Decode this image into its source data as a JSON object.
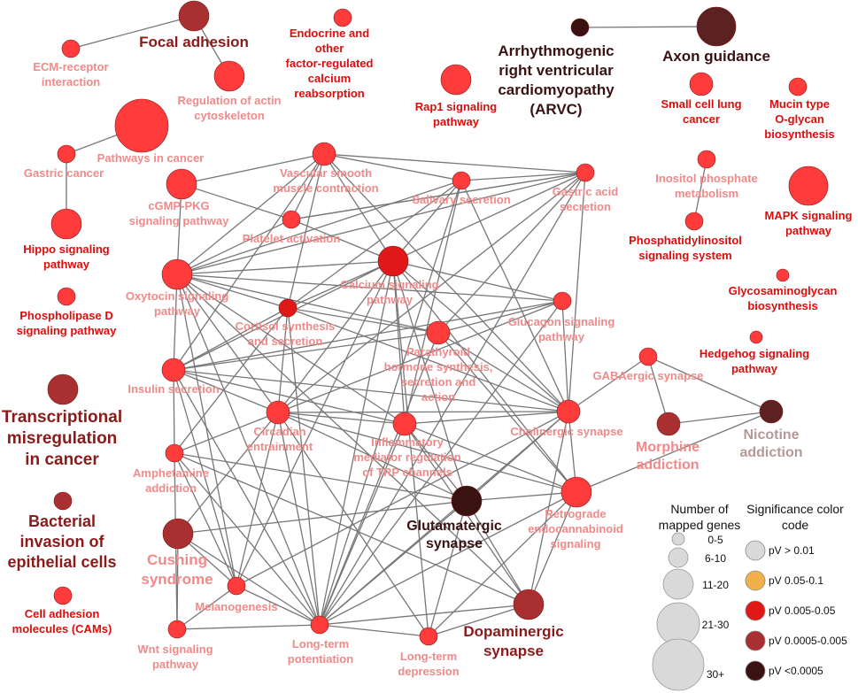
{
  "colors": {
    "c1": "#ff3b3b",
    "c2": "#e01818",
    "c3": "#a83030",
    "c4": "#5c2222",
    "c5": "#3a1212",
    "label_light": "#f08a8a",
    "label_red": "#dd0d0d",
    "label_dark": "#8b1a1a",
    "label_darkest": "#3a1212",
    "label_grey": "#b59898",
    "legend_grey": "#d9d9d9",
    "legend_orange": "#f2b04c",
    "edge": "#777777"
  },
  "nodes": [
    {
      "id": "focal",
      "label": "Focal adhesion",
      "color": "c3",
      "size": "m"
    },
    {
      "id": "ecm",
      "label": "ECM-receptor interaction",
      "color": "c1",
      "size": "xs"
    },
    {
      "id": "actin",
      "label": "Regulation of actin cytoskeleton",
      "color": "c1",
      "size": "m"
    },
    {
      "id": "endocrine",
      "label": "Endocrine and other factor-regulated calcium reabsorption",
      "color": "c1",
      "size": "xs"
    },
    {
      "id": "arvc",
      "label": "Arrhythmogenic right ventricular cardiomyopathy (ARVC)",
      "color": "c5",
      "size": "xs"
    },
    {
      "id": "axon",
      "label": "Axon guidance",
      "color": "c4",
      "size": "l"
    },
    {
      "id": "rap1",
      "label": "Rap1 signaling pathway",
      "color": "c1",
      "size": "m"
    },
    {
      "id": "sclc",
      "label": "Small cell lung cancer",
      "color": "c1",
      "size": "s"
    },
    {
      "id": "mucin",
      "label": "Mucin type O-glycan biosynthesis",
      "color": "c1",
      "size": "xs"
    },
    {
      "id": "pic",
      "label": "Pathways in cancer",
      "color": "c1",
      "size": "xl"
    },
    {
      "id": "gastric_cancer",
      "label": "Gastric cancer",
      "color": "c1",
      "size": "xs"
    },
    {
      "id": "hippo",
      "label": "Hippo signaling pathway",
      "color": "c1",
      "size": "m"
    },
    {
      "id": "pld",
      "label": "Phospholipase D signaling pathway",
      "color": "c1",
      "size": "xs"
    },
    {
      "id": "inositol",
      "label": "Inositol phosphate metabolism",
      "color": "c1",
      "size": "xs"
    },
    {
      "id": "pis",
      "label": "Phosphatidylinositol signaling system",
      "color": "c1",
      "size": "xs"
    },
    {
      "id": "mapk",
      "label": "MAPK signaling pathway",
      "color": "c1",
      "size": "l"
    },
    {
      "id": "gag",
      "label": "Glycosaminoglycan biosynthesis",
      "color": "c1",
      "size": "xxs"
    },
    {
      "id": "hedgehog",
      "label": "Hedgehog signaling pathway",
      "color": "c1",
      "size": "xxs"
    },
    {
      "id": "cgmp",
      "label": "cGMP-PKG signaling pathway",
      "color": "c1",
      "size": "m"
    },
    {
      "id": "vsmc",
      "label": "Vascular smooth muscle contraction",
      "color": "c1",
      "size": "s"
    },
    {
      "id": "platelet",
      "label": "Platelet activation",
      "color": "c1",
      "size": "xs"
    },
    {
      "id": "salivary",
      "label": "Salivary secretion",
      "color": "c1",
      "size": "xs"
    },
    {
      "id": "gastric_acid",
      "label": "Gastric acid secretion",
      "color": "c1",
      "size": "xs"
    },
    {
      "id": "oxytocin",
      "label": "Oxytocin signaling pathway",
      "color": "c1",
      "size": "m"
    },
    {
      "id": "calcium",
      "label": "Calcium signaling pathway",
      "color": "c2",
      "size": "m"
    },
    {
      "id": "cortisol",
      "label": "Cortisol synthesis and secretion",
      "color": "c2",
      "size": "xs"
    },
    {
      "id": "parathyroid",
      "label": "Parathyroid hormone synthesis, secretion and action",
      "color": "c1",
      "size": "s"
    },
    {
      "id": "glucagon",
      "label": "Glucagon signaling pathway",
      "color": "c1",
      "size": "xs"
    },
    {
      "id": "gaba",
      "label": "GABAergic synapse",
      "color": "c1",
      "size": "xs"
    },
    {
      "id": "insulin",
      "label": "Insulin secretion",
      "color": "c1",
      "size": "s"
    },
    {
      "id": "circadian",
      "label": "Circadian entrainment",
      "color": "c1",
      "size": "s"
    },
    {
      "id": "inflammatory",
      "label": "Inflammatory mediator regulation of TRP channels",
      "color": "c1",
      "size": "s"
    },
    {
      "id": "cholinergic",
      "label": "Cholinergic synapse",
      "color": "c1",
      "size": "s"
    },
    {
      "id": "morphine",
      "label": "Morphine addiction",
      "color": "c3",
      "size": "s"
    },
    {
      "id": "nicotine",
      "label": "Nicotine addiction",
      "color": "c4",
      "size": "s"
    },
    {
      "id": "amphetamine",
      "label": "Amphetamine addiction",
      "color": "c1",
      "size": "xs"
    },
    {
      "id": "glutamatergic",
      "label": "Glutamatergic synapse",
      "color": "c5",
      "size": "m"
    },
    {
      "id": "retrograde",
      "label": "Retrograde endocannabinoid signaling",
      "color": "c1",
      "size": "m"
    },
    {
      "id": "cushing",
      "label": "Cushing syndrome",
      "color": "c3",
      "size": "m"
    },
    {
      "id": "melanogenesis",
      "label": "Melanogenesis",
      "color": "c1",
      "size": "xs"
    },
    {
      "id": "wnt",
      "label": "Wnt signaling pathway",
      "color": "c1",
      "size": "xs"
    },
    {
      "id": "ltp",
      "label": "Long-term potentiation",
      "color": "c1",
      "size": "xs"
    },
    {
      "id": "ltd",
      "label": "Long-term depression",
      "color": "c1",
      "size": "xs"
    },
    {
      "id": "dopaminergic",
      "label": "Dopaminergic synapse",
      "color": "c3",
      "size": "m"
    },
    {
      "id": "transcriptional",
      "label": "Transcriptional misregulation in cancer",
      "color": "c3",
      "size": "m"
    },
    {
      "id": "bacterial",
      "label": "Bacterial invasion of epithelial cells",
      "color": "c3",
      "size": "xs"
    },
    {
      "id": "cam",
      "label": "Cell adhesion molecules (CAMs)",
      "color": "c1",
      "size": "xs"
    }
  ],
  "edges": [
    [
      "focal",
      "ecm"
    ],
    [
      "focal",
      "actin"
    ],
    [
      "pic",
      "gastric_cancer"
    ],
    [
      "gastric_cancer",
      "hippo"
    ],
    [
      "arvc",
      "axon"
    ],
    [
      "inositol",
      "pis"
    ],
    [
      "gaba",
      "morphine"
    ],
    [
      "gaba",
      "nicotine"
    ],
    [
      "morphine",
      "nicotine"
    ],
    [
      "retrograde",
      "nicotine"
    ],
    [
      "cholinergic",
      "gaba"
    ],
    [
      "cgmp",
      "oxytocin"
    ],
    [
      "cgmp",
      "vsmc"
    ],
    [
      "cgmp",
      "platelet"
    ],
    [
      "vsmc",
      "platelet"
    ],
    [
      "vsmc",
      "salivary"
    ],
    [
      "vsmc",
      "gastric_acid"
    ],
    [
      "vsmc",
      "oxytocin"
    ],
    [
      "vsmc",
      "calcium"
    ],
    [
      "vsmc",
      "cortisol"
    ],
    [
      "vsmc",
      "insulin"
    ],
    [
      "vsmc",
      "cholinergic"
    ],
    [
      "salivary",
      "gastric_acid"
    ],
    [
      "salivary",
      "oxytocin"
    ],
    [
      "salivary",
      "calcium"
    ],
    [
      "salivary",
      "cortisol"
    ],
    [
      "salivary",
      "inflammatory"
    ],
    [
      "salivary",
      "cholinergic"
    ],
    [
      "salivary",
      "ltp"
    ],
    [
      "gastric_acid",
      "oxytocin"
    ],
    [
      "gastric_acid",
      "calcium"
    ],
    [
      "gastric_acid",
      "parathyroid"
    ],
    [
      "gastric_acid",
      "circadian"
    ],
    [
      "gastric_acid",
      "cholinergic"
    ],
    [
      "gastric_acid",
      "ltp"
    ],
    [
      "gastric_acid",
      "platelet"
    ],
    [
      "platelet",
      "oxytocin"
    ],
    [
      "platelet",
      "calcium"
    ],
    [
      "platelet",
      "gastric_acid"
    ],
    [
      "oxytocin",
      "calcium"
    ],
    [
      "oxytocin",
      "cortisol"
    ],
    [
      "oxytocin",
      "insulin"
    ],
    [
      "oxytocin",
      "circadian"
    ],
    [
      "oxytocin",
      "parathyroid"
    ],
    [
      "oxytocin",
      "glucagon"
    ],
    [
      "oxytocin",
      "inflammatory"
    ],
    [
      "oxytocin",
      "melanogenesis"
    ],
    [
      "oxytocin",
      "ltp"
    ],
    [
      "calcium",
      "cortisol"
    ],
    [
      "calcium",
      "glucagon"
    ],
    [
      "calcium",
      "insulin"
    ],
    [
      "calcium",
      "circadian"
    ],
    [
      "calcium",
      "inflammatory"
    ],
    [
      "calcium",
      "cholinergic"
    ],
    [
      "calcium",
      "ltp"
    ],
    [
      "calcium",
      "ltd"
    ],
    [
      "calcium",
      "melanogenesis"
    ],
    [
      "calcium",
      "glutamatergic"
    ],
    [
      "cortisol",
      "parathyroid"
    ],
    [
      "cortisol",
      "insulin"
    ],
    [
      "cortisol",
      "circadian"
    ],
    [
      "cortisol",
      "cholinergic"
    ],
    [
      "cortisol",
      "ltp"
    ],
    [
      "cortisol",
      "amphetamine"
    ],
    [
      "parathyroid",
      "insulin"
    ],
    [
      "parathyroid",
      "cholinergic"
    ],
    [
      "parathyroid",
      "ltp"
    ],
    [
      "parathyroid",
      "glucagon"
    ],
    [
      "glucagon",
      "insulin"
    ],
    [
      "glucagon",
      "ltp"
    ],
    [
      "glucagon",
      "cholinergic"
    ],
    [
      "glucagon",
      "circadian"
    ],
    [
      "insulin",
      "circadian"
    ],
    [
      "insulin",
      "cholinergic"
    ],
    [
      "insulin",
      "amphetamine"
    ],
    [
      "insulin",
      "melanogenesis"
    ],
    [
      "insulin",
      "ltp"
    ],
    [
      "insulin",
      "inflammatory"
    ],
    [
      "circadian",
      "inflammatory"
    ],
    [
      "circadian",
      "cholinergic"
    ],
    [
      "circadian",
      "glutamatergic"
    ],
    [
      "circadian",
      "ltp"
    ],
    [
      "circadian",
      "ltd"
    ],
    [
      "circadian",
      "amphetamine"
    ],
    [
      "circadian",
      "melanogenesis"
    ],
    [
      "circadian",
      "retrograde"
    ],
    [
      "circadian",
      "cushing"
    ],
    [
      "inflammatory",
      "cholinergic"
    ],
    [
      "inflammatory",
      "ltp"
    ],
    [
      "inflammatory",
      "glutamatergic"
    ],
    [
      "inflammatory",
      "dopaminergic"
    ],
    [
      "inflammatory",
      "retrograde"
    ],
    [
      "cholinergic",
      "retrograde"
    ],
    [
      "cholinergic",
      "ltp"
    ],
    [
      "cholinergic",
      "glutamatergic"
    ],
    [
      "cholinergic",
      "dopaminergic"
    ],
    [
      "cholinergic",
      "melanogenesis"
    ],
    [
      "amphetamine",
      "glutamatergic"
    ],
    [
      "amphetamine",
      "dopaminergic"
    ],
    [
      "amphetamine",
      "ltp"
    ],
    [
      "amphetamine",
      "wnt"
    ],
    [
      "amphetamine",
      "melanogenesis"
    ],
    [
      "glutamatergic",
      "retrograde"
    ],
    [
      "glutamatergic",
      "ltp"
    ],
    [
      "glutamatergic",
      "ltd"
    ],
    [
      "glutamatergic",
      "dopaminergic"
    ],
    [
      "glutamatergic",
      "cushing"
    ],
    [
      "retrograde",
      "dopaminergic"
    ],
    [
      "retrograde",
      "ltp"
    ],
    [
      "retrograde",
      "ltd"
    ],
    [
      "retrograde",
      "calcium"
    ],
    [
      "cushing",
      "melanogenesis"
    ],
    [
      "cushing",
      "wnt"
    ],
    [
      "cushing",
      "ltp"
    ],
    [
      "melanogenesis",
      "ltp"
    ],
    [
      "melanogenesis",
      "wnt"
    ],
    [
      "wnt",
      "ltp"
    ],
    [
      "ltp",
      "ltd"
    ],
    [
      "ltp",
      "dopaminergic"
    ],
    [
      "ltd",
      "dopaminergic"
    ],
    [
      "oxytocin",
      "dopaminergic"
    ],
    [
      "parathyroid",
      "retrograde"
    ]
  ],
  "legend": {
    "size_title": "Number of mapped genes",
    "color_title": "Significance color code",
    "size_items": [
      "0-5",
      "6-10",
      "11-20",
      "21-30",
      "30+"
    ],
    "color_items": [
      {
        "label": "pV > 0.01",
        "color": "legend_grey"
      },
      {
        "label": "pV 0.05-0.1",
        "color": "legend_orange"
      },
      {
        "label": "pV 0.005-0.05",
        "color": "c2"
      },
      {
        "label": "pV 0.0005-0.005",
        "color": "c3"
      },
      {
        "label": "pV <0.0005",
        "color": "c5"
      }
    ]
  }
}
